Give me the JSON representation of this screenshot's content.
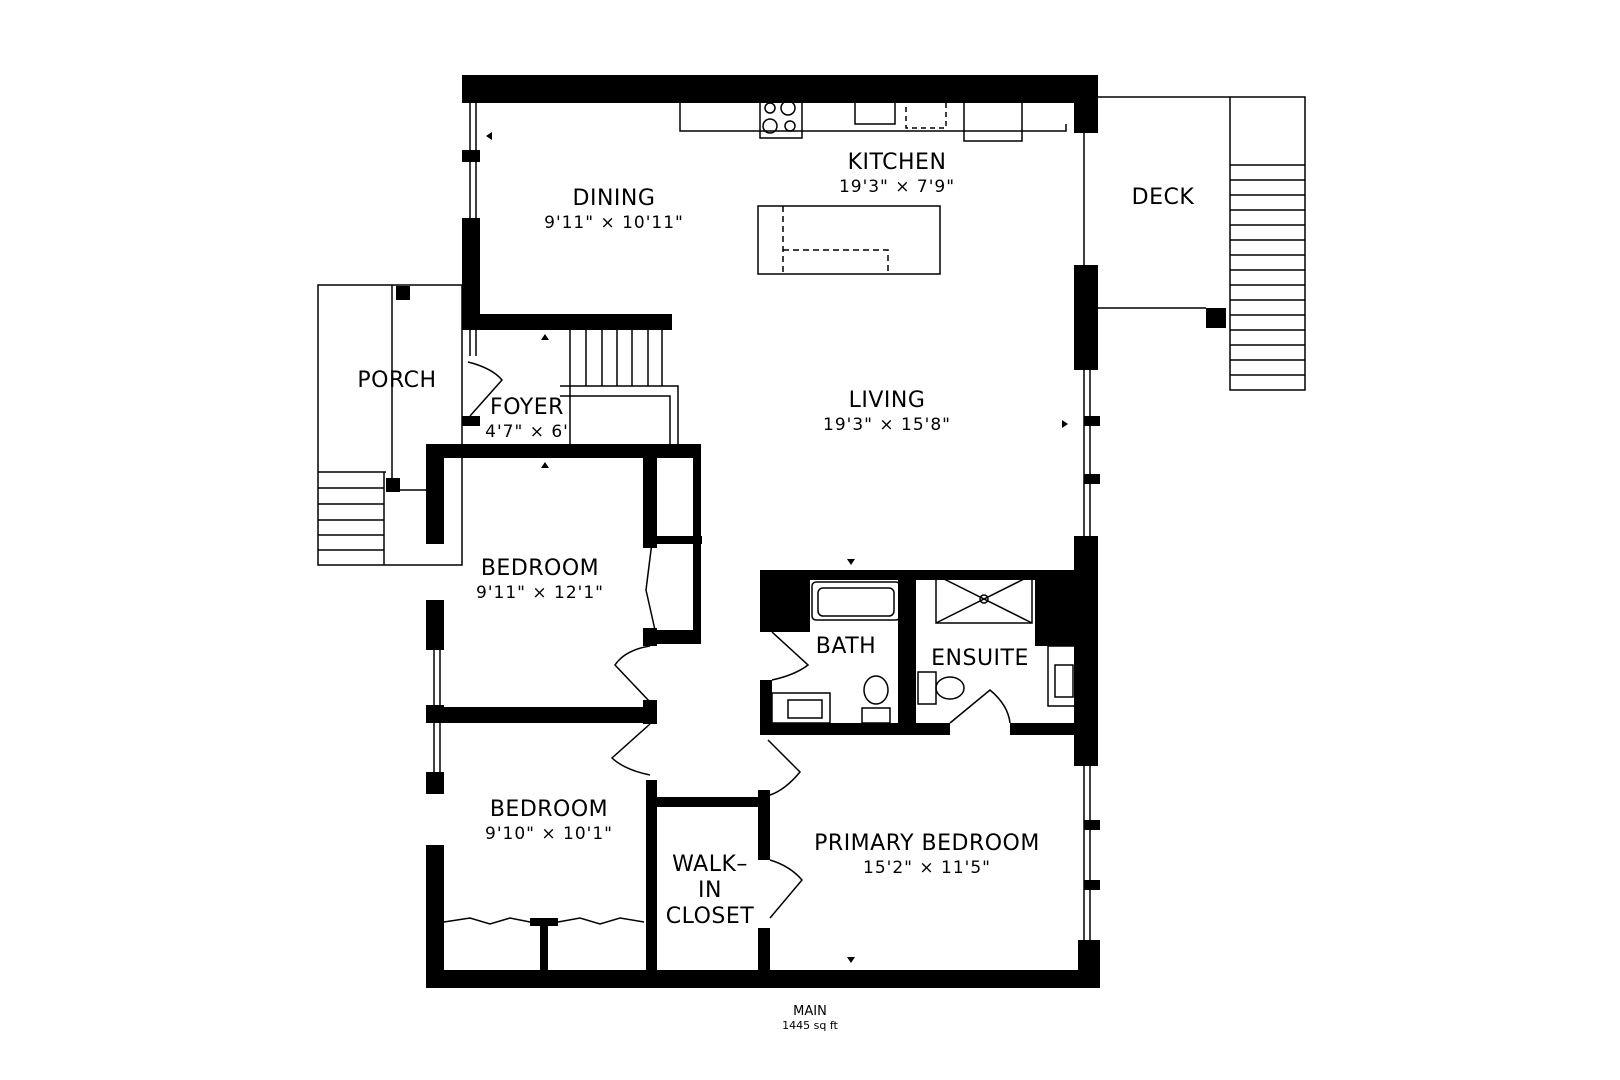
{
  "floor_plan": {
    "level": "MAIN",
    "area": "1445 sq ft",
    "colors": {
      "wall": "#000000",
      "background": "#ffffff",
      "line": "#000000"
    },
    "rooms": {
      "kitchen": {
        "name": "KITCHEN",
        "dimensions": "19'3\" × 7'9\""
      },
      "dining": {
        "name": "DINING",
        "dimensions": "9'11\" × 10'11\""
      },
      "deck": {
        "name": "DECK"
      },
      "porch": {
        "name": "PORCH"
      },
      "foyer": {
        "name": "FOYER",
        "dimensions": "4'7\" × 6'"
      },
      "living": {
        "name": "LIVING",
        "dimensions": "19'3\" × 15'8\""
      },
      "bedroom1": {
        "name": "BEDROOM",
        "dimensions": "9'11\" × 12'1\""
      },
      "bath": {
        "name": "BATH"
      },
      "ensuite": {
        "name": "ENSUITE"
      },
      "bedroom2": {
        "name": "BEDROOM",
        "dimensions": "9'10\" × 10'1\""
      },
      "closet": {
        "name_line1": "WALK–",
        "name_line2": "IN",
        "name_line3": "CLOSET"
      },
      "primary": {
        "name": "PRIMARY BEDROOM",
        "dimensions": "15'2\" × 11'5\""
      }
    }
  }
}
